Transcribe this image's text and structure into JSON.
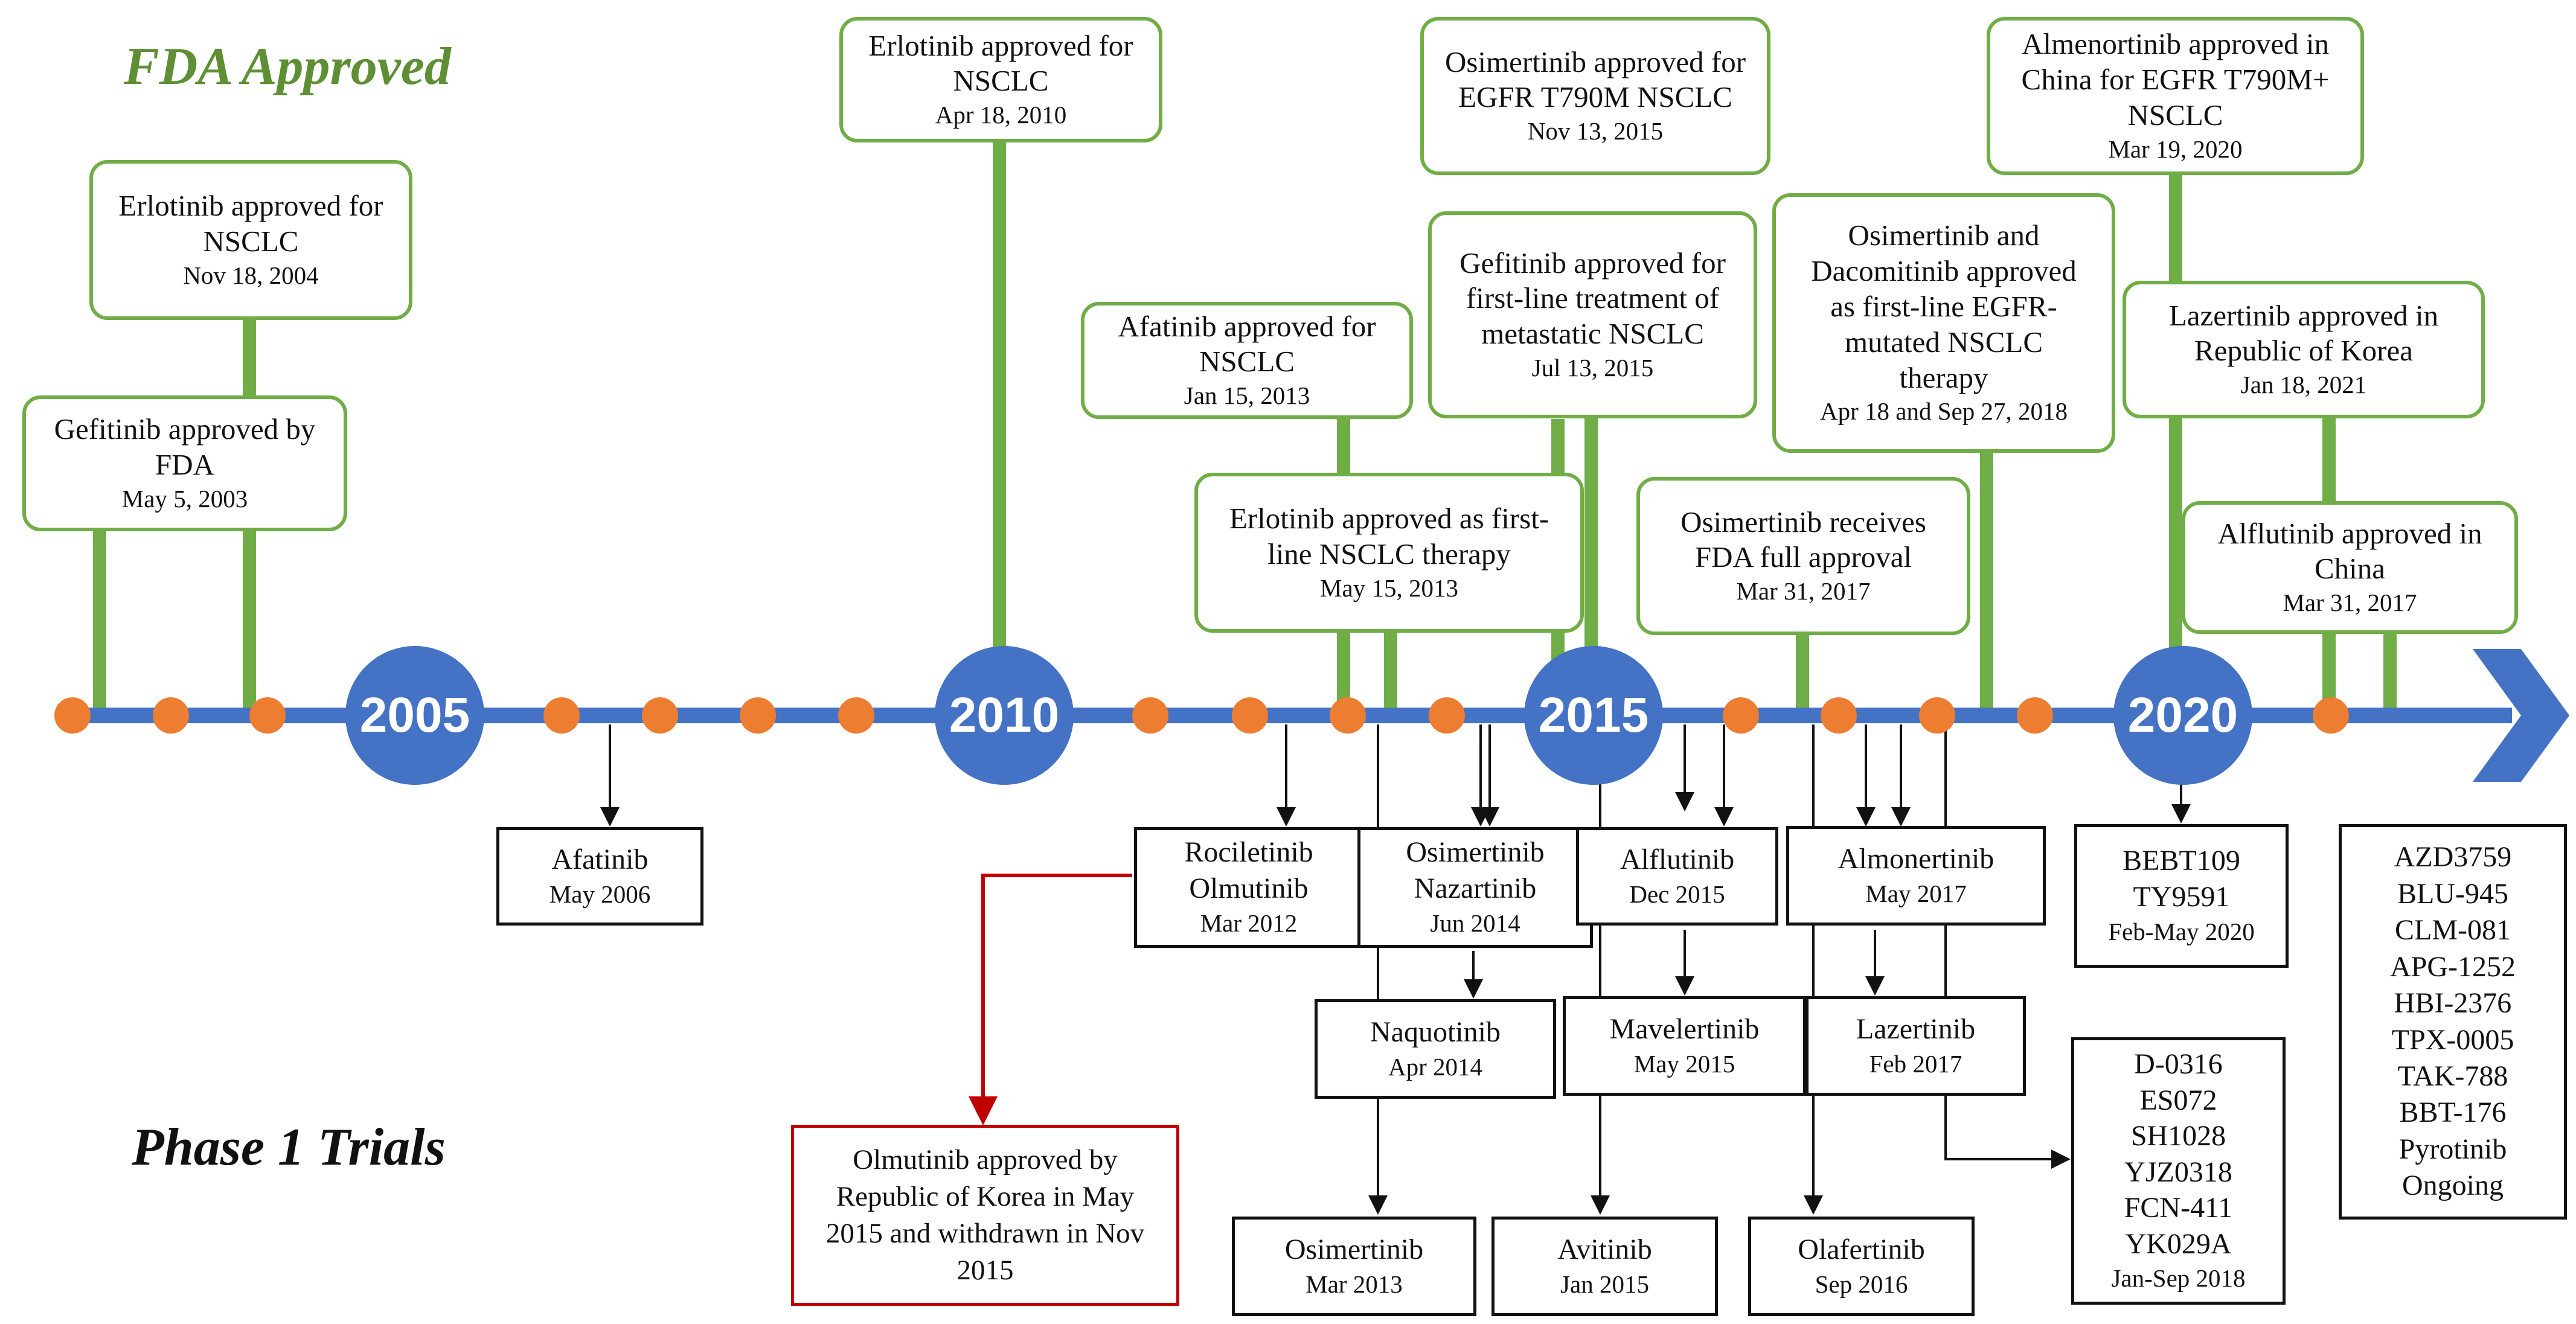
{
  "headings": {
    "fda": "FDA Approved",
    "phase1": "Phase 1 Trials"
  },
  "colors": {
    "timeline": "#4472c4",
    "approval_box": "#70ad47",
    "marker": "#ed7d31",
    "trial_box": "#111111",
    "withdrawn_box": "#c00000",
    "heading_fda": "#5e8f35"
  },
  "years": [
    "2005",
    "2010",
    "2015",
    "2020"
  ],
  "approvals": [
    {
      "title": "Gefitinib approved by FDA",
      "date": "May 5, 2003"
    },
    {
      "title": "Erlotinib approved for NSCLC",
      "date": "Nov 18, 2004"
    },
    {
      "title": "Erlotinib approved for NSCLC",
      "date": "Apr 18, 2010"
    },
    {
      "title": "Afatinib approved for NSCLC",
      "date": "Jan 15, 2013"
    },
    {
      "title": "Erlotinib approved as first-line NSCLC therapy",
      "date": "May 15, 2013"
    },
    {
      "title": "Osimertinib approved for EGFR T790M NSCLC",
      "date": "Nov 13, 2015"
    },
    {
      "title": "Gefitinib approved for first-line treatment of metastatic NSCLC",
      "date": "Jul 13, 2015"
    },
    {
      "title": "Osimertinib receives FDA full approval",
      "date": "Mar 31, 2017"
    },
    {
      "title": "Osimertinib and Dacomitinib approved as first-line EGFR-mutated NSCLC therapy",
      "date": "Apr 18 and Sep 27, 2018"
    },
    {
      "title": "Almenortinib approved in China for EGFR T790M+ NSCLC",
      "date": "Mar 19, 2020"
    },
    {
      "title": "Lazertinib approved in Republic of Korea",
      "date": "Jan 18, 2021"
    },
    {
      "title": "Alflutinib approved in China",
      "date": "Mar 31, 2017"
    }
  ],
  "trials": [
    {
      "drugs": "Afatinib",
      "date": "May 2006"
    },
    {
      "drugs": "Rociletinib\nOlmutinib",
      "date": "Mar 2012"
    },
    {
      "drugs": "Osimertinib\nNazartinib",
      "date": "Jun 2014"
    },
    {
      "drugs": "Naquotinib",
      "date": "Apr 2014"
    },
    {
      "drugs": "Osimertinib",
      "date": "Mar 2013"
    },
    {
      "drugs": "Alflutinib",
      "date": "Dec 2015"
    },
    {
      "drugs": "Mavelertinib",
      "date": "May 2015"
    },
    {
      "drugs": "Avitinib",
      "date": "Jan 2015"
    },
    {
      "drugs": "Almonertinib",
      "date": "May 2017"
    },
    {
      "drugs": "Lazertinib",
      "date": "Feb 2017"
    },
    {
      "drugs": "Olafertinib",
      "date": "Sep 2016"
    },
    {
      "drugs": "BEBT109\nTY9591",
      "date": "Feb-May 2020"
    },
    {
      "drugs": "D-0316\nES072\nSH1028\nYJZ0318\nFCN-411\nYK029A",
      "date": "Jan-Sep 2018"
    },
    {
      "drugs": "AZD3759\nBLU-945\nCLM-081\nAPG-1252\nHBI-2376\nTPX-0005\nTAK-788\nBBT-176\nPyrotinib\nOngoing",
      "date": ""
    }
  ],
  "withdrawn_note": {
    "text": "Olmutinib approved by Republic of Korea in May 2015 and withdrawn in Nov 2015"
  }
}
